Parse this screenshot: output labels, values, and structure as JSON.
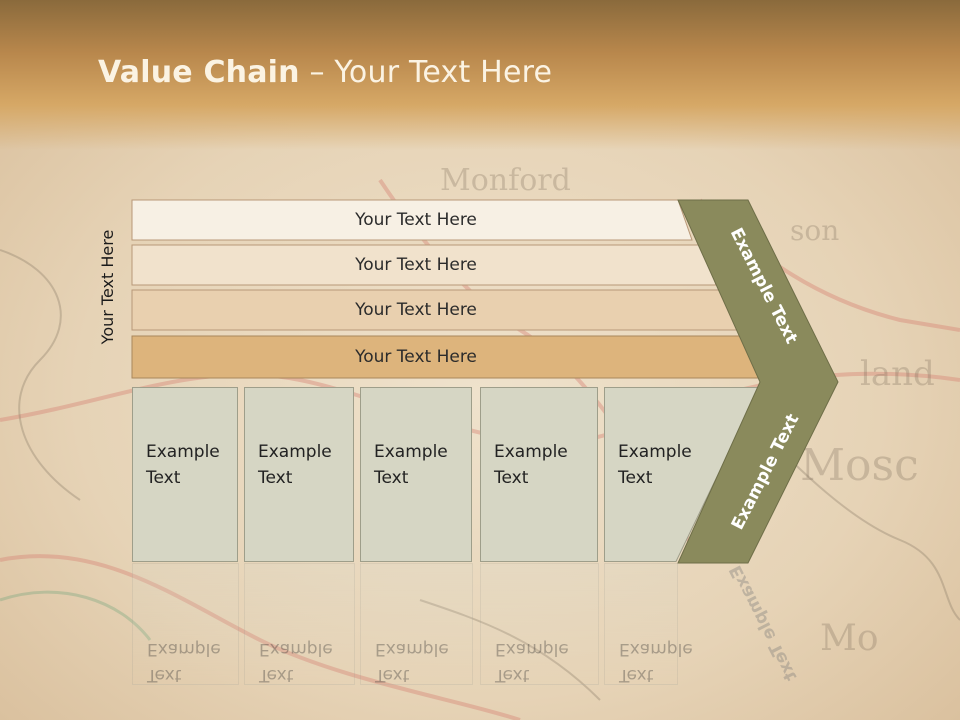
{
  "title": {
    "bold": "Value Chain",
    "rest": " – Your Text Here"
  },
  "vertical_label": "Your Text Here",
  "rows": [
    {
      "label": "Your Text Here",
      "fill": "#f7f0e4"
    },
    {
      "label": "Your Text Here",
      "fill": "#f1e2cc"
    },
    {
      "label": "Your Text Here",
      "fill": "#e9d0af"
    },
    {
      "label": "Your Text Here",
      "fill": "#ddb47c"
    }
  ],
  "columns": [
    {
      "line1": "Example",
      "line2": "Text"
    },
    {
      "line1": "Example",
      "line2": "Text"
    },
    {
      "line1": "Example",
      "line2": "Text"
    },
    {
      "line1": "Example",
      "line2": "Text"
    },
    {
      "line1": "Example",
      "line2": "Text"
    }
  ],
  "chevron": {
    "upper_text": "Example Text",
    "lower_text": "Example Text",
    "fill": "#8a8a5c"
  },
  "reflection_text": "Example Text",
  "colors": {
    "column_fill": "#d6d6c4",
    "title_text": "#fbf3e3"
  }
}
